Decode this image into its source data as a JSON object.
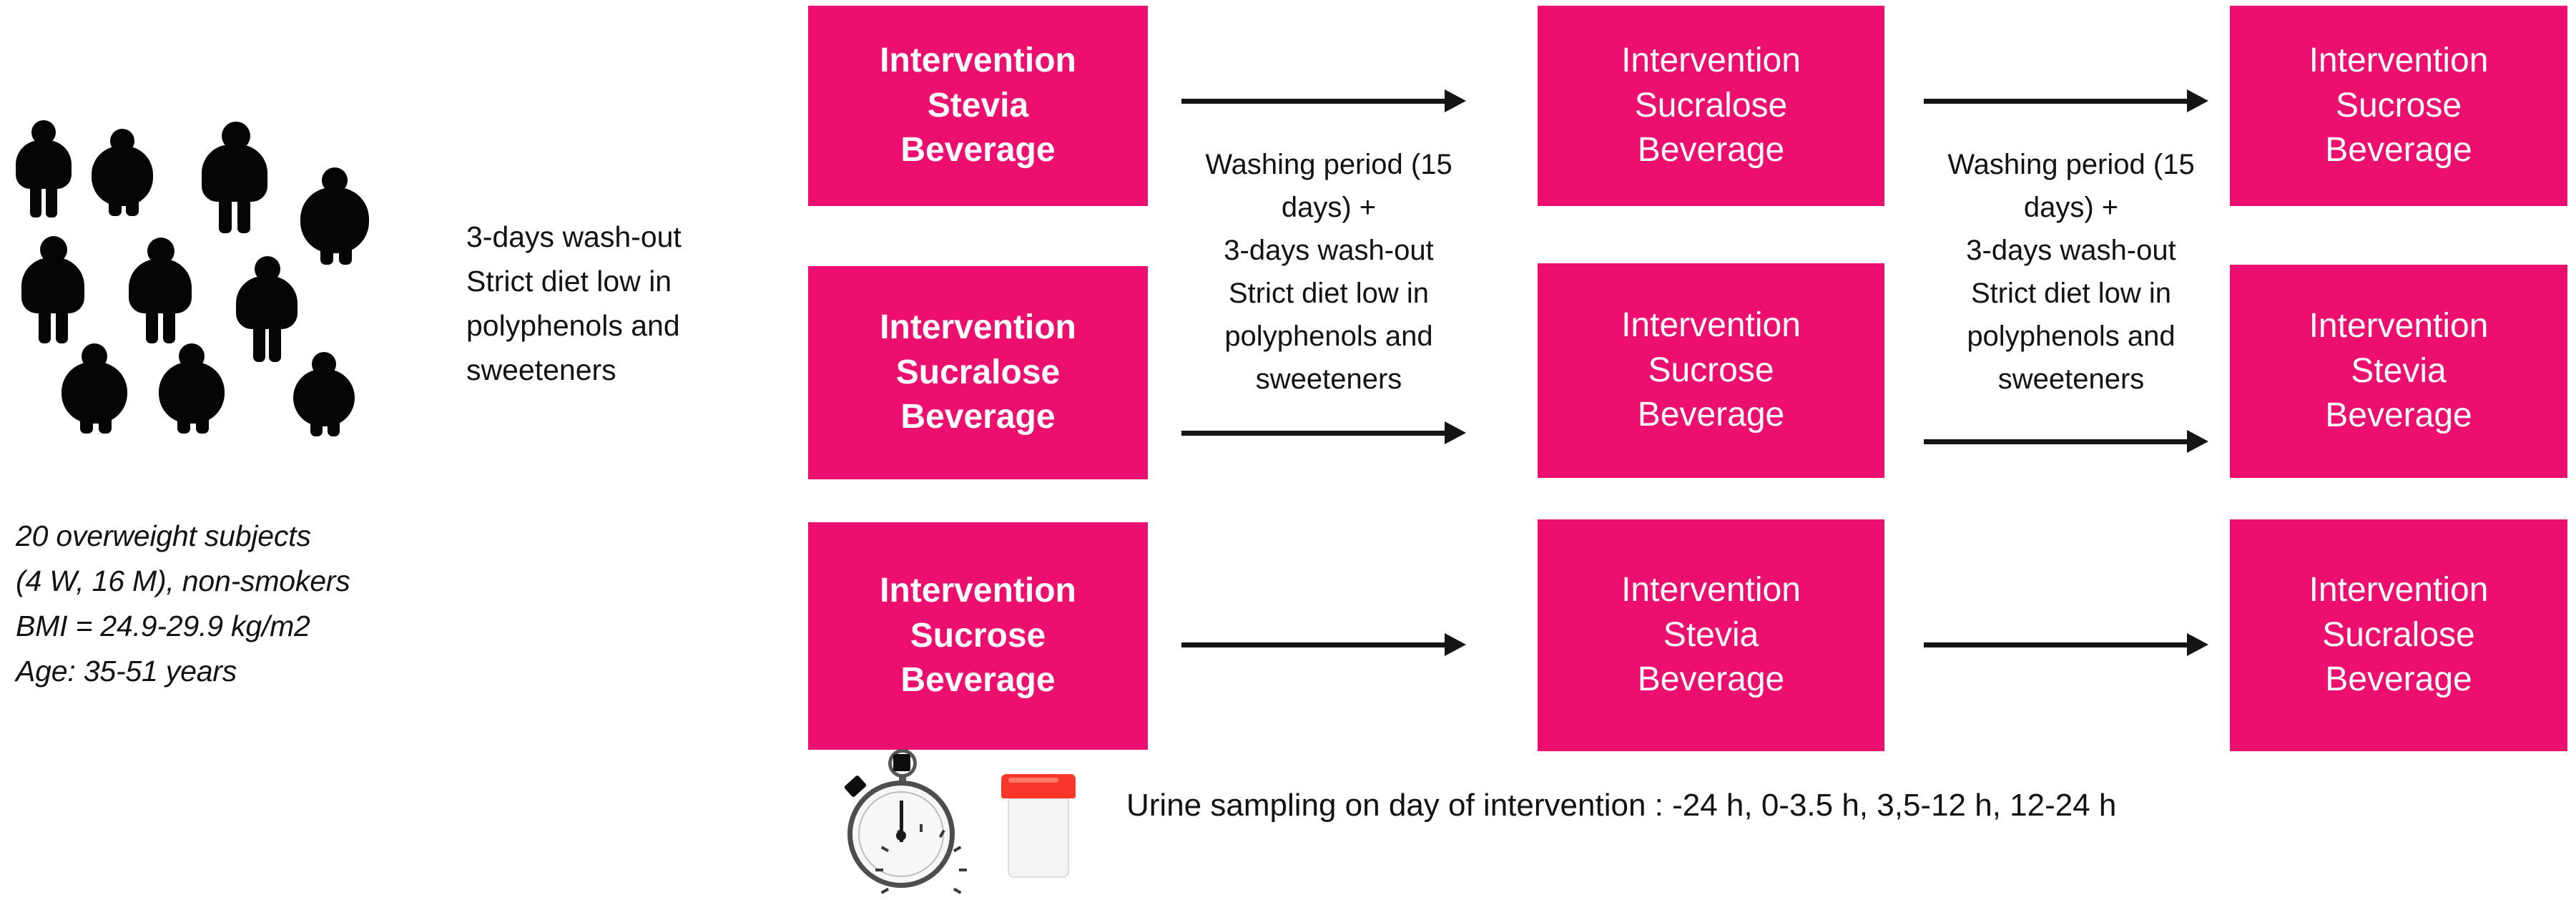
{
  "cohort": {
    "figure_count": 10,
    "caption": "20 overweight subjects\n(4 W, 16 M), non-smokers\nBMI = 24.9-29.9 kg/m2\nAge: 35-51 years"
  },
  "washout_initial": {
    "text": "3-days wash-out\nStrict diet low in\npolyphenols and\nsweeteners"
  },
  "washing_periods": [
    {
      "text": "Washing period (15\ndays)   +\n3-days wash-out\nStrict diet low in\npolyphenols and\nsweeteners"
    },
    {
      "text": "Washing period (15\ndays) +\n3-days wash-out\nStrict diet low in\npolyphenols and\nsweeteners"
    }
  ],
  "sequences": [
    {
      "row": 1,
      "boxes": [
        {
          "label": "Intervention\nStevia\nBeverage",
          "bold": true
        },
        {
          "label": "Intervention\nSucralose\nBeverage",
          "bold": false
        },
        {
          "label": "Intervention\nSucrose\nBeverage",
          "bold": false
        }
      ]
    },
    {
      "row": 2,
      "boxes": [
        {
          "label": "Intervention\nSucralose\nBeverage",
          "bold": true
        },
        {
          "label": "Intervention\nSucrose\nBeverage",
          "bold": false
        },
        {
          "label": "Intervention\nStevia\nBeverage",
          "bold": false
        }
      ]
    },
    {
      "row": 3,
      "boxes": [
        {
          "label": "Intervention\nSucrose\nBeverage",
          "bold": true
        },
        {
          "label": "Intervention\nStevia\nBeverage",
          "bold": false
        },
        {
          "label": "Intervention\nSucralose\nBeverage",
          "bold": false
        }
      ]
    }
  ],
  "sampling": {
    "caption": "Urine sampling on day of intervention : -24 h, 0-3.5 h, 3,5-12 h, 12-24 h",
    "timepoints": [
      "-24 h",
      "0-3.5 h",
      "3,5-12 h",
      "12-24 h"
    ],
    "stopwatch_icon": "stopwatch-icon",
    "cup_icon": "urine-sample-cup-icon"
  },
  "colors": {
    "accent_pink": "#ec0f70",
    "text": "#121212",
    "arrow": "#141414",
    "cup_lid_red": "#f8372a"
  }
}
